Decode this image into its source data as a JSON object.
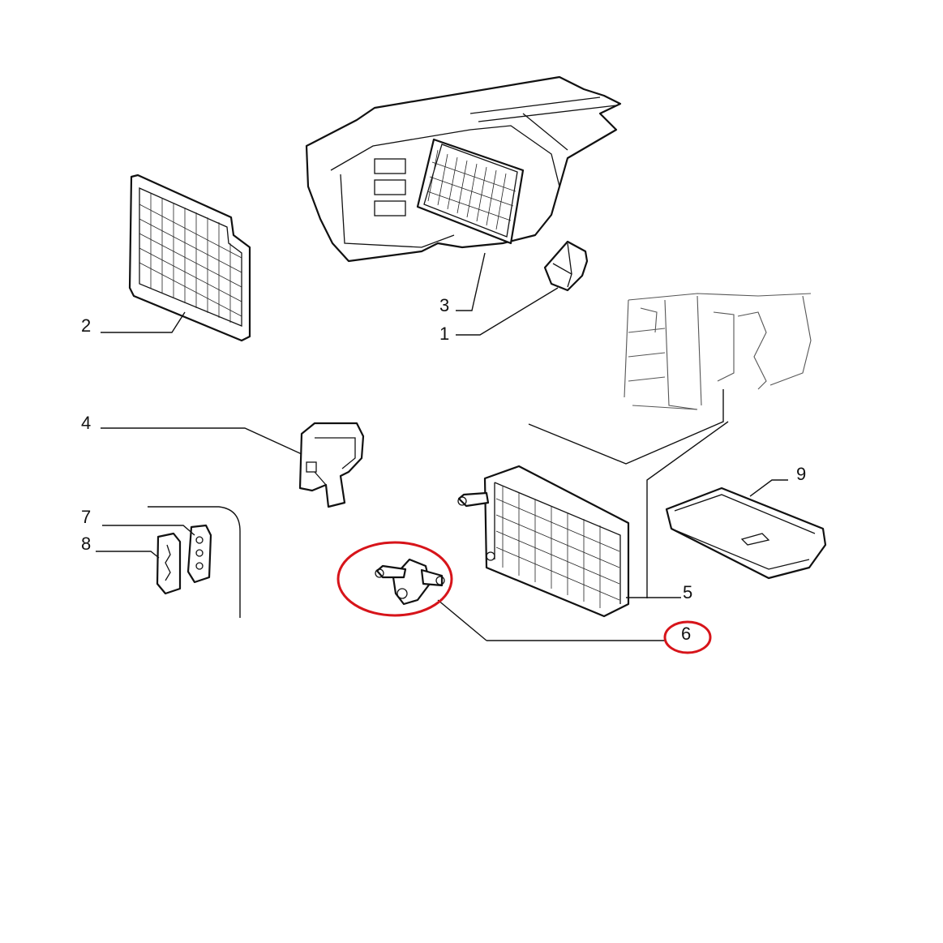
{
  "callouts": [
    {
      "id": "1",
      "label": "1"
    },
    {
      "id": "2",
      "label": "2"
    },
    {
      "id": "3",
      "label": "3"
    },
    {
      "id": "4",
      "label": "4"
    },
    {
      "id": "5",
      "label": "5"
    },
    {
      "id": "6",
      "label": "6"
    },
    {
      "id": "7",
      "label": "7"
    },
    {
      "id": "8",
      "label": "8"
    },
    {
      "id": "9",
      "label": "9"
    }
  ],
  "highlight": {
    "color": "#d7141a",
    "target_callout": "6"
  },
  "line_color": "#111111"
}
